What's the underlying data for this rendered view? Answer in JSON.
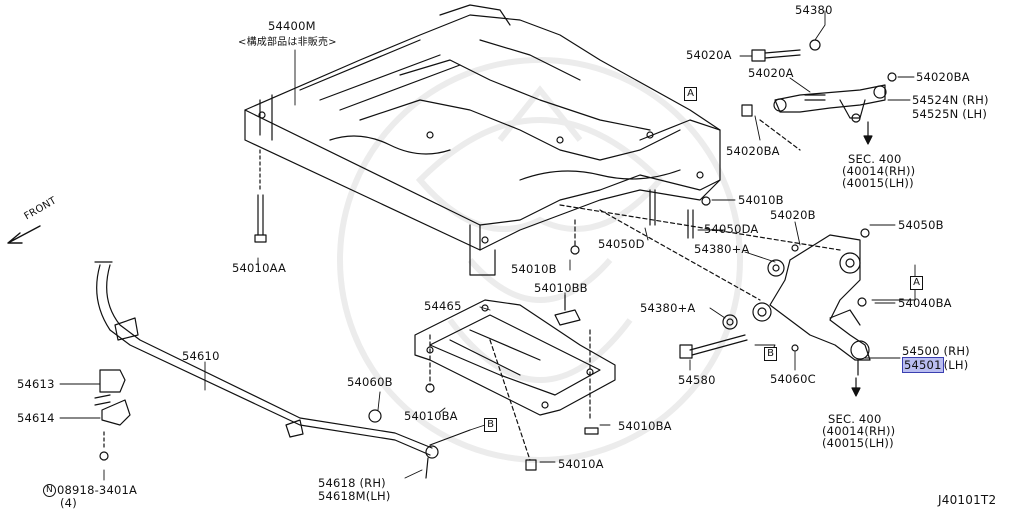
{
  "labels": {
    "p54400M": "54400M",
    "p54400M_note": "<構成部品は非販売>",
    "p54380_top": "54380",
    "p54020A_1": "54020A",
    "p54020A_2": "54020A",
    "p54020BA_1": "54020BA",
    "p54524N": "54524N (RH)",
    "p54525N": "54525N (LH)",
    "p54020BA_2": "54020BA",
    "sec400_a": "SEC. 400",
    "sec400_a_rh": "(40014(RH))",
    "sec400_a_lh": "(40015(LH))",
    "p54010B_1": "54010B",
    "p54020B": "54020B",
    "p54050B": "54050B",
    "p54050DA": "54050DA",
    "p54050D": "54050D",
    "p54380A_1": "54380+A",
    "p54010B_2": "54010B",
    "p54010AA": "54010AA",
    "p54010BB": "54010BB",
    "p54465": "54465",
    "p54380A_2": "54380+A",
    "p54040BA": "54040BA",
    "p54500": "54500 (RH)",
    "p54501_num": "54501",
    "p54501_side": "(LH)",
    "p54610": "54610",
    "p54613": "54613",
    "p54614": "54614",
    "p54060B": "54060B",
    "p54580": "54580",
    "p54060C": "54060C",
    "p54010BA_1": "54010BA",
    "p54010BA_2": "54010BA",
    "p54010A": "54010A",
    "sec400_b": "SEC. 400",
    "sec400_b_rh": "(40014(RH))",
    "sec400_b_lh": "(40015(LH))",
    "p54618": "54618 (RH)",
    "p54618M": "54618M(LH)",
    "p08918": "08918-3401A",
    "p08918_qty": "(4)",
    "front": "FRONT",
    "ref_a1": "A",
    "ref_a2": "A",
    "ref_b1": "B",
    "ref_b2": "B",
    "n_mark": "N",
    "diagram_id": "J40101T2"
  },
  "colors": {
    "line": "#111111",
    "highlight": "#b9bdf0",
    "watermark": "#ececec"
  }
}
